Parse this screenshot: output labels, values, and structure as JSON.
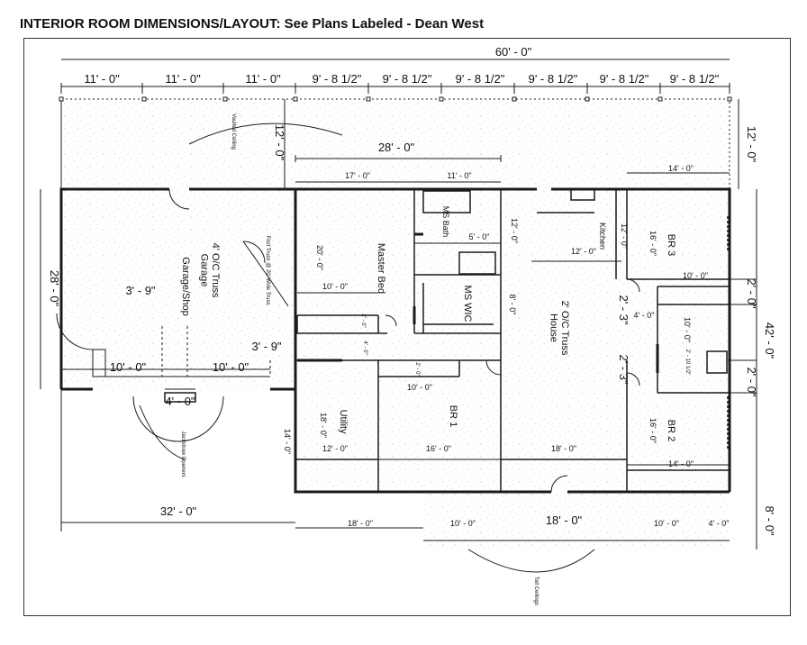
{
  "title": "INTERIOR ROOM DIMENSIONS/LAYOUT: See Plans Labeled - Dean West",
  "dims": {
    "overall_width": "60' - 0\"",
    "top_garage": [
      "11' - 0\"",
      "11' - 0\"",
      "11' - 0\""
    ],
    "top_house": [
      "9' - 8 1/2\"",
      "9' - 8 1/2\"",
      "9' - 8 1/2\"",
      "9' - 8 1/2\"",
      "9' - 8 1/2\"",
      "9' - 8 1/2\""
    ],
    "porch_depth_left": "12' - 0\"",
    "porch_depth_right": "12' - 0\"",
    "wing_width": "28' - 0\"",
    "garage_depth": "28' - 0\"",
    "house_depth": "42' - 0\"",
    "garage_width": "32' - 0\"",
    "rear_porch_depth": "8' - 0\"",
    "rear_porch_width": "18' - 0\"",
    "right_gap_1": "2' - 0\"",
    "right_gap_2": "2' - 0\"",
    "hall_1": "2' - 3\"",
    "hall_2": "2' - 3\"",
    "garage_door_1": "10' - 0\"",
    "garage_door_2": "10' - 0\"",
    "garage_man_door": "4' - 0\"",
    "garage_offset_1": "3' - 9\"",
    "garage_offset_2": "3' - 9\"",
    "mb_width": "17' - 0\"",
    "bath_width": "11' - 0\"",
    "living_width": "14' - 0\"",
    "mb_depth": "20' - 0\"",
    "mb_closet_w": "10' - 0\"",
    "bath_depth": "12' - 0\"",
    "shower": "5' - 0\"",
    "wic_depth": "8' - 0\"",
    "kitchen_w": "12' - 0\"",
    "kitchen_depth": "12' - 0\"",
    "br3_depth": "16' - 0\"",
    "br3_closet": "10' - 0\"",
    "hall_w": "4' - 0\"",
    "hall_bath": "10' - 0\"",
    "mb_small_1": "2' - 0\"",
    "mb_small_2": "4' - 0\"",
    "utility_depth": "18' - 0\"",
    "utility_w": "12' - 0\"",
    "br1_w": "16' - 0\"",
    "br1_closet": "10' - 0\"",
    "br1_small": "2' - 0\"",
    "house_18": "18' - 0\"",
    "br2_w": "14' - 0\"",
    "br2_depth": "16' - 0\"",
    "left_14": "14' - 0\"",
    "bottom_18": "18' - 0\"",
    "rp_10a": "10' - 0\"",
    "rp_10b": "10' - 0\"",
    "rp_4": "4' - 0\"",
    "bath_small": "2' - 10 1/2\""
  },
  "rooms": {
    "garage_shop": "Garage/Shop",
    "garage_truss": "4' O/C Truss\nGarage",
    "master_bed": "Master Bed",
    "ms_bath": "MS Bath",
    "ms_wic": "MS WIC",
    "kitchen": "Kitchen",
    "house_truss": "2' O/C Truss\nHouse",
    "br3": "BR 3",
    "br2": "BR 2",
    "br1": "BR 1",
    "utility": "Utility"
  },
  "notes": {
    "vaulted_ceiling": "Vaulted Ceiling",
    "first_truss": "First Truss @ 20' Wide Truss",
    "jesus_openers": "Jackstraw Openers",
    "tall_ceilings": "Tall Ceilings"
  },
  "colors": {
    "line": "#1a1a1a",
    "speckle": "#9a9a9a"
  }
}
